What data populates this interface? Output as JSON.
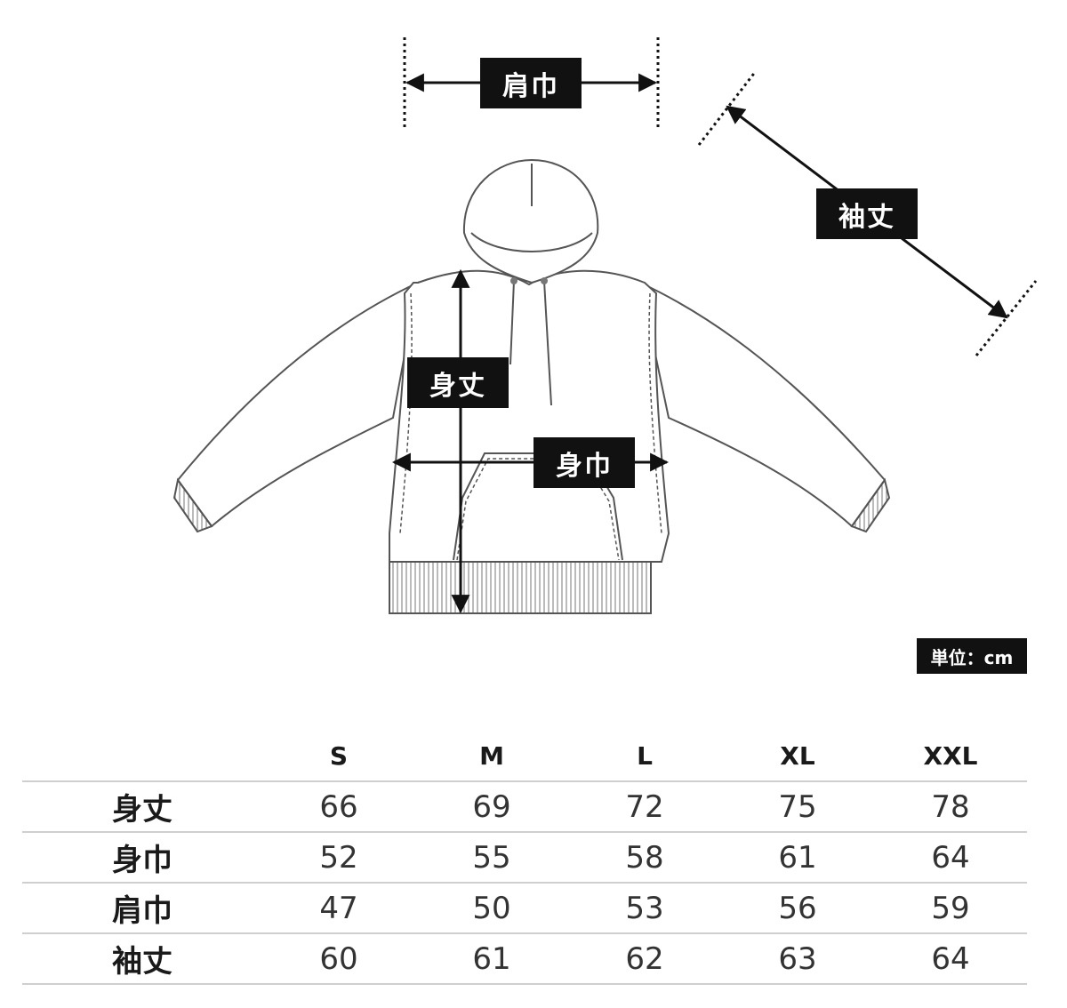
{
  "labels": {
    "shoulder_width": "肩巾",
    "sleeve_length": "袖丈",
    "body_length": "身丈",
    "body_width": "身巾",
    "unit": "単位：cm"
  },
  "table": {
    "columns": [
      "S",
      "M",
      "L",
      "XL",
      "XXL"
    ],
    "rows": [
      {
        "label": "身丈",
        "values": [
          "66",
          "69",
          "72",
          "75",
          "78"
        ]
      },
      {
        "label": "身巾",
        "values": [
          "52",
          "55",
          "58",
          "61",
          "64"
        ]
      },
      {
        "label": "肩巾",
        "values": [
          "47",
          "50",
          "53",
          "56",
          "59"
        ]
      },
      {
        "label": "袖丈",
        "values": [
          "60",
          "61",
          "62",
          "63",
          "64"
        ]
      }
    ]
  },
  "colors": {
    "label_background": "#111111",
    "line": "#555555",
    "divider": "#cfcfcf"
  }
}
